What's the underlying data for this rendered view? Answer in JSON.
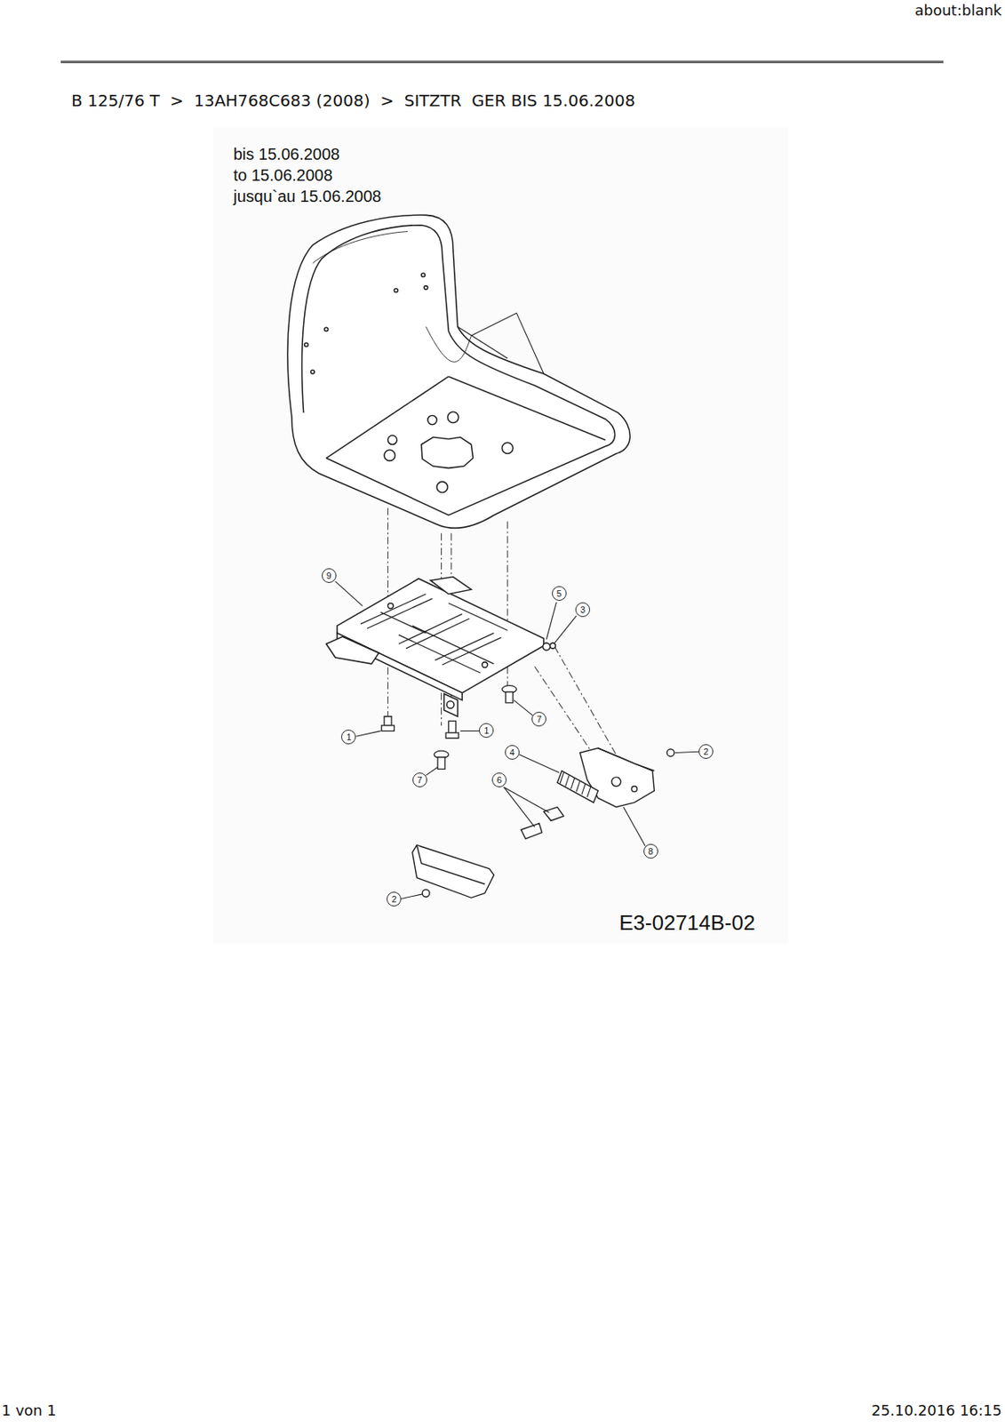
{
  "diagram": {
    "title": "B 125/76 T  >  13AH768C683 (2008)  >  SITZTR  GER BIS 15.06.2008",
    "labels": [
      "about:blank",
      "bis 15.06.2008",
      "to 15.06.2008",
      "jusqu`au 15.06.2008",
      "9",
      "5",
      "3",
      "1",
      "1",
      "7",
      "7",
      "4",
      "2",
      "6",
      "8",
      "2",
      "E3-02714B-02",
      "1 von 1",
      "25.10.2016 16:15"
    ]
  }
}
